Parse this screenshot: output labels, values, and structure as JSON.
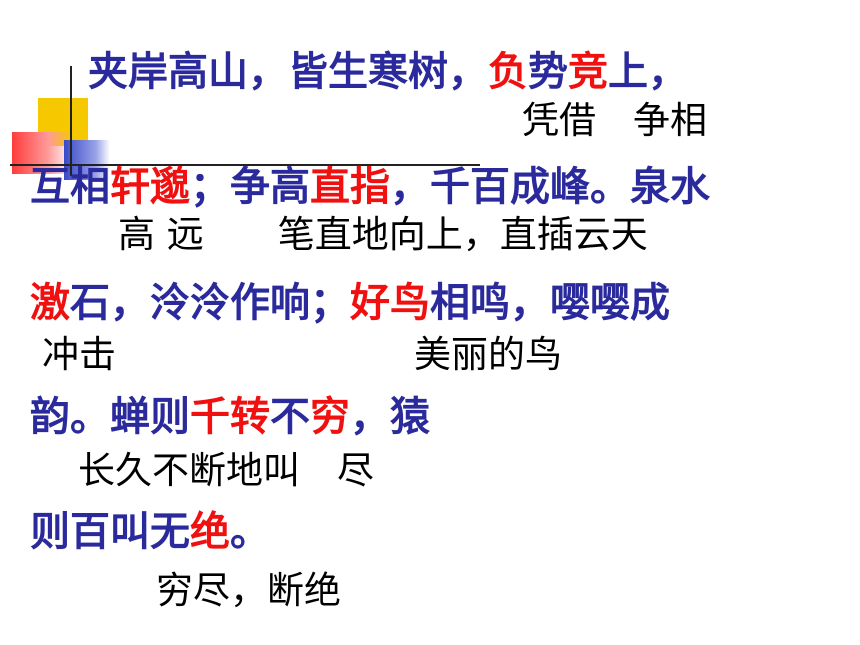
{
  "slide": {
    "lines": [
      {
        "segments": [
          {
            "text": "夹岸高山，皆生寒树，",
            "color": "blue"
          },
          {
            "text": "负",
            "color": "red"
          },
          {
            "text": "势",
            "color": "blue"
          },
          {
            "text": "竞",
            "color": "red"
          },
          {
            "text": "上，",
            "color": "blue"
          }
        ],
        "gloss": "凭借　争相"
      },
      {
        "segments": [
          {
            "text": "互相",
            "color": "blue"
          },
          {
            "text": "轩邈",
            "color": "red"
          },
          {
            "text": "；争高",
            "color": "blue"
          },
          {
            "text": "直指",
            "color": "red"
          },
          {
            "text": "，千百成峰。泉水",
            "color": "blue"
          }
        ],
        "gloss": "高 远　　笔直地向上，直插云天"
      },
      {
        "segments": [
          {
            "text": "激",
            "color": "red"
          },
          {
            "text": "石，泠泠",
            "color": "blue"
          },
          {
            "text": "作响；",
            "color": "blue"
          },
          {
            "text": "好鸟",
            "color": "red"
          },
          {
            "text": "相鸣，嘤嘤成",
            "color": "blue"
          }
        ],
        "gloss_a": "冲击",
        "gloss_b": "美丽的鸟"
      },
      {
        "segments": [
          {
            "text": "韵。蝉则",
            "color": "blue"
          },
          {
            "text": "千转",
            "color": "red"
          },
          {
            "text": "不",
            "color": "blue"
          },
          {
            "text": "穷",
            "color": "red"
          },
          {
            "text": "，猿",
            "color": "blue"
          }
        ],
        "gloss": "长久不断地叫　尽"
      },
      {
        "segments": [
          {
            "text": "则百叫无",
            "color": "blue"
          },
          {
            "text": "绝",
            "color": "red"
          },
          {
            "text": "。",
            "color": "blue"
          }
        ],
        "gloss": "穷尽，断绝"
      }
    ]
  }
}
